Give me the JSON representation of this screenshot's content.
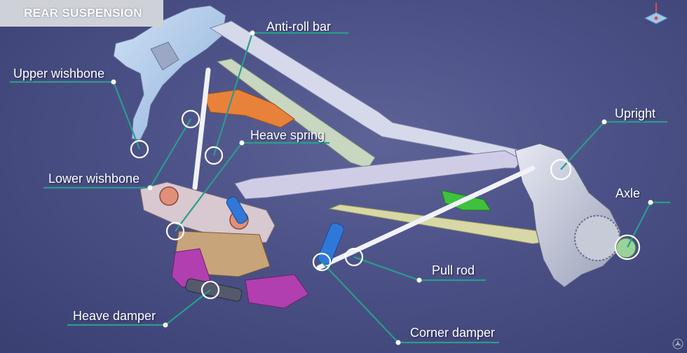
{
  "header": {
    "title": "REAR SUSPENSION"
  },
  "labels": {
    "anti_roll_bar": "Anti-roll bar",
    "upper_wishbone": "Upper wishbone",
    "heave_spring": "Heave spring",
    "lower_wishbone": "Lower wishbone",
    "upright": "Upright",
    "axle": "Axle",
    "pull_rod": "Pull rod",
    "heave_damper": "Heave damper",
    "corner_damper": "Corner damper"
  },
  "colors": {
    "background": "#4b5186",
    "leader_line": "#2a9c8c",
    "callout_ring": "#ffffff",
    "anti_roll_bar_part": "#e8823a",
    "damper_part": "#2f78d8",
    "bracket_part": "#b13fb0",
    "spring_part": "#3fc03f"
  },
  "icons": {
    "corner_logo": "navigation-cube-icon",
    "watermark": "star-emblem-icon"
  }
}
